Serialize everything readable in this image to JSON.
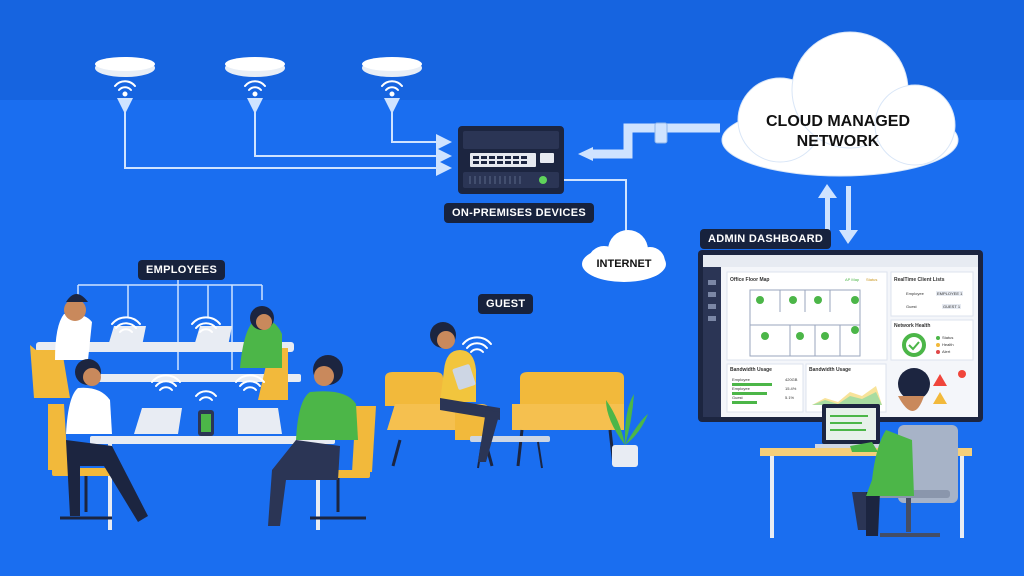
{
  "labels": {
    "cloud": "CLOUD MANAGED\nNETWORK",
    "devices": "ON-PREMISES DEVICES",
    "internet": "INTERNET",
    "admin": "ADMIN DASHBOARD",
    "employees": "EMPLOYEES",
    "guest": "GUEST"
  },
  "dashboard": {
    "floor_map_title": "Office Floor Map",
    "floor_legend_ap": "AP Map",
    "floor_legend_status": "Status",
    "clients_title": "RealTime Client Lists",
    "client_1_name": "Employee",
    "client_1_tag": "EMPLOYEE 1",
    "client_2_name": "Guest",
    "client_2_tag": "GUEST 1",
    "health_title": "Network Health",
    "health_1": "Status",
    "health_2": "Health",
    "health_3": "Alert",
    "bandwidth_title": "Bandwidth Usage",
    "bw_row_1": "Employee",
    "bw_row_1_val": "420GB",
    "bw_row_2": "Employee",
    "bw_row_2_val": "15.4%",
    "bw_row_3": "Guest",
    "bw_row_3_val": "5.1%",
    "bandwidth2_title": "Bandwidth Usage"
  },
  "colors": {
    "background": "#1a6ef0",
    "tag": "#17223d",
    "green_shirt": "#4cb648",
    "yellow_chair": "#f2b93b"
  }
}
